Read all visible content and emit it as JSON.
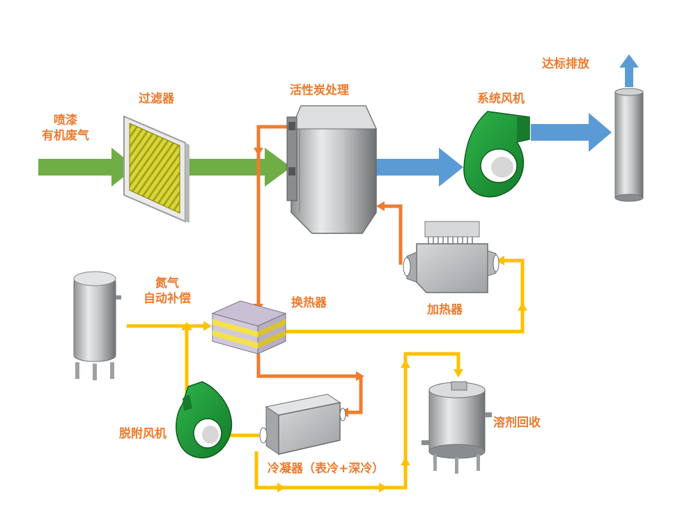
{
  "labels": {
    "waste_gas_line1": "喷漆",
    "waste_gas_line2": "有机废气",
    "filter": "过滤器",
    "activated_carbon": "活性炭处理",
    "system_fan": "系统风机",
    "discharge": "达标排放",
    "nitrogen_line1": "氮气",
    "nitrogen_line2": "自动补偿",
    "heat_exchanger": "换热器",
    "heater": "加热器",
    "desorption_fan": "脱附风机",
    "condenser": "冷凝器（表冷+深冷）",
    "solvent_recovery": "溶剂回收"
  },
  "colors": {
    "label": "#ec7a2c",
    "gas_flow": "#70ad47",
    "clean_flow": "#5b9bd5",
    "hot_flow": "#ed7d31",
    "nitrogen_flow": "#ffc000",
    "fan_green": "#1f9a3a"
  }
}
